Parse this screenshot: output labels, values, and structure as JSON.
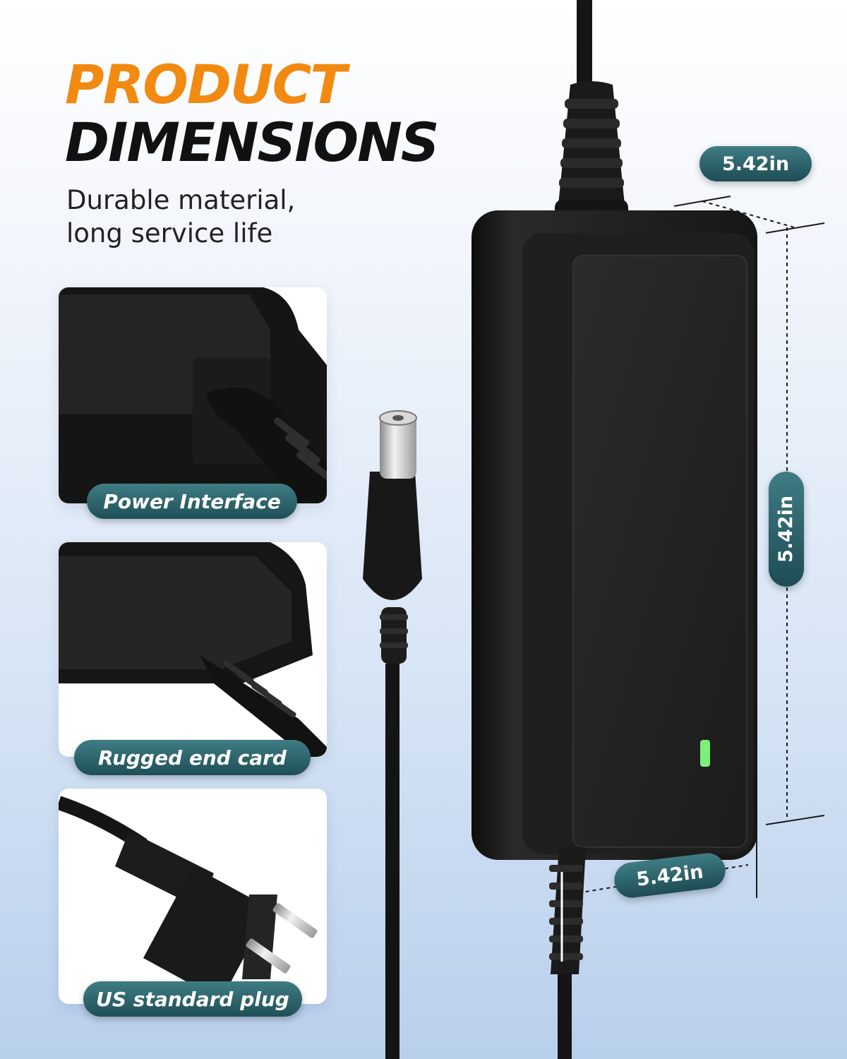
{
  "headline": {
    "line1": "PRODUCT",
    "line2": "DIMENSIONS"
  },
  "subtitle": {
    "line1": "Durable material,",
    "line2": "long service life"
  },
  "features": [
    {
      "label": "Power Interface",
      "icon": "power-interface-closeup-icon"
    },
    {
      "label": "Rugged end card",
      "icon": "cable-strain-relief-icon"
    },
    {
      "label": "US standard plug",
      "icon": "us-plug-icon"
    }
  ],
  "dimensions": {
    "top": "5.42in",
    "side": "5.42in",
    "bottom": "5.42in"
  },
  "colors": {
    "accent": "#f28a12",
    "pill": "#2d656d",
    "body": "#1b1b1b",
    "led": "#7cf07a"
  }
}
